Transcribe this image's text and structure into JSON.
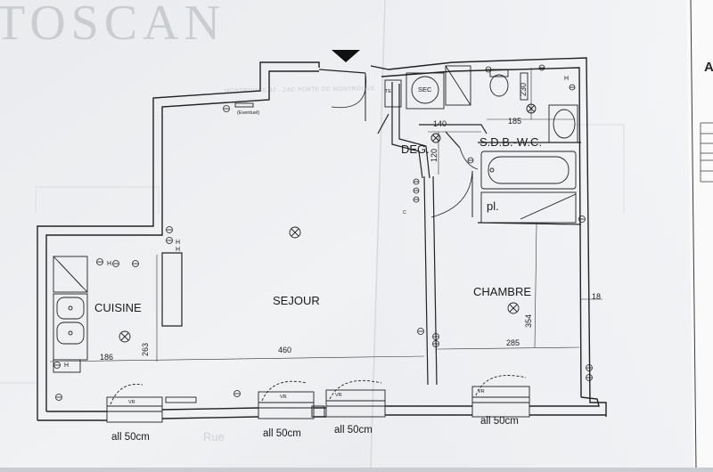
{
  "rooms": {
    "sejour": "SEJOUR",
    "chambre": "CHAMBRE",
    "cuisine": "CUISINE",
    "sdb": "S.D.B.-W.C.",
    "deg": "DEG."
  },
  "fixtures": {
    "sec": "SEC",
    "te": "TE",
    "placard": "pl.",
    "eventuel": "(Eventuel)",
    "vr": "VR",
    "c": "C"
  },
  "dimensions": {
    "sejour_width": "460",
    "chambre_width": "285",
    "chambre_depth": "354",
    "cuisine_width": "186",
    "cuisine_depth": "263",
    "deg_width": "140",
    "deg_depth": "120",
    "sdb_width": "185",
    "sdb_depth": "230",
    "right_wall": "18"
  },
  "windows": [
    {
      "label": "all 50cm"
    },
    {
      "label": "all 50cm"
    },
    {
      "label": "all 50cm"
    },
    {
      "label": "all 50cm"
    }
  ],
  "background": {
    "watermark": "TOSCAN",
    "subtitle": "MONTROUGE 92 - ZAC PORTE DE MONTROUGE",
    "partial_text": "Rue",
    "letter": "A"
  }
}
